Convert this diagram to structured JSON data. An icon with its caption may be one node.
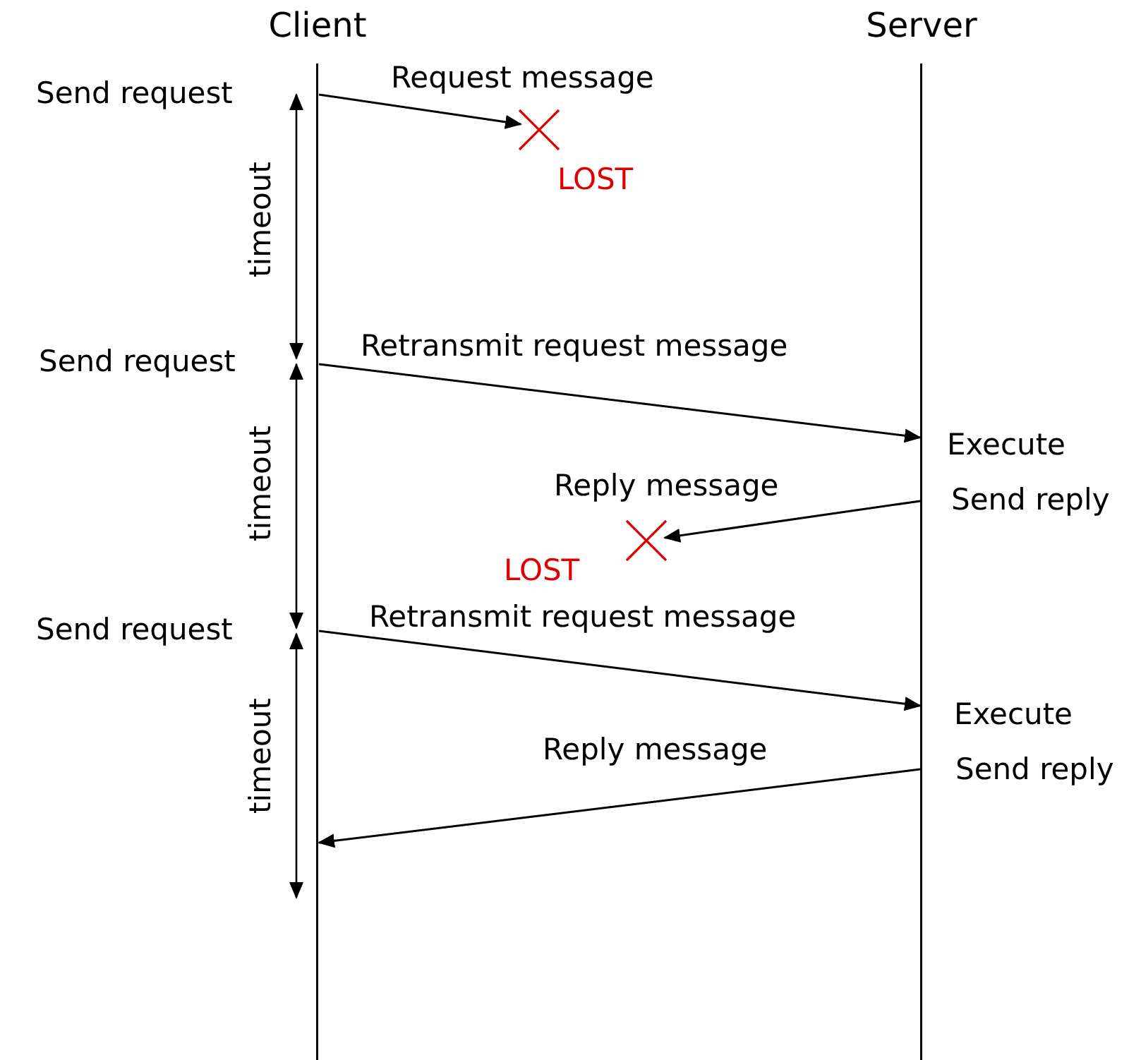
{
  "diagram": {
    "nodes": [
      {
        "text": [
          "Client"
        ]
      },
      {
        "text": [
          "Server"
        ]
      },
      {
        "text": [],
        "shape": "cross",
        "beside": [
          "LOST"
        ]
      },
      {
        "text": [],
        "shape": "cross",
        "beside": [
          "LOST"
        ]
      }
    ],
    "edges": [
      {
        "from": 0,
        "to": 2,
        "arrow": "to",
        "label": "Request message"
      },
      {
        "from": 0,
        "to": 1,
        "arrow": "to",
        "label": "Retransmit request message"
      },
      {
        "from": 1,
        "to": 3,
        "arrow": "to",
        "label": "Reply message"
      },
      {
        "from": 0,
        "to": 1,
        "arrow": "to",
        "label": "Retransmit request message"
      },
      {
        "from": 1,
        "to": 0,
        "arrow": "to",
        "label": "Reply message"
      }
    ],
    "labels": [
      "Send request",
      "timeout",
      "Send request",
      "Execute",
      "Send reply",
      "timeout",
      "Send request",
      "Execute",
      "Send reply",
      "timeout"
    ]
  }
}
